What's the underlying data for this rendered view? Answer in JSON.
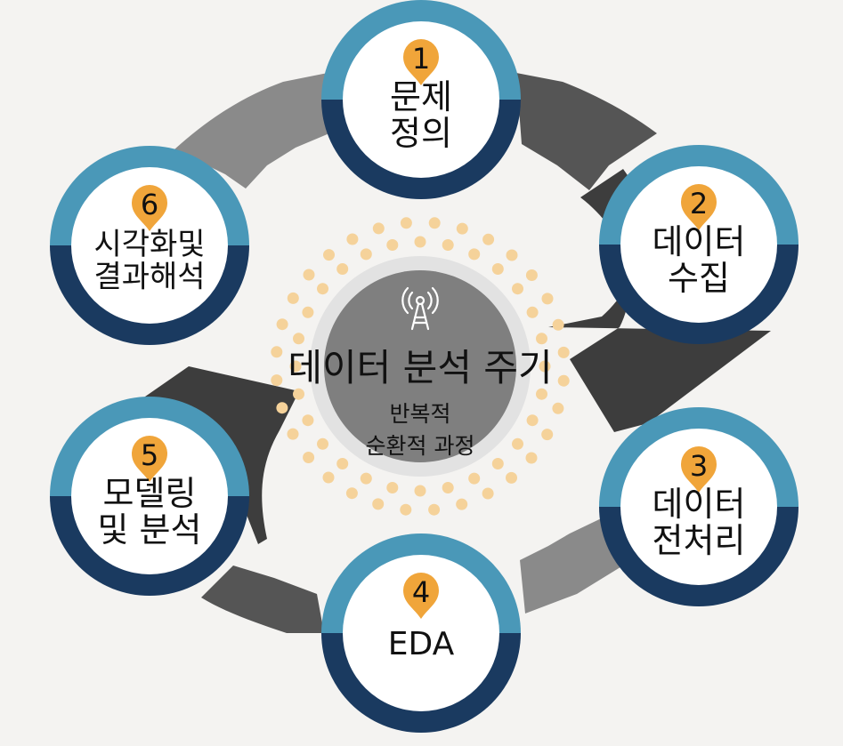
{
  "center": {
    "title": "데이터 분석 주기",
    "subtitle_line1": "반복적",
    "subtitle_line2": "순환적 과정",
    "icon": "antenna-tower-icon"
  },
  "colors": {
    "ring_top": "#4a98b8",
    "ring_bottom": "#1a3a60",
    "badge": "#f0a53a",
    "dots": "#f5d29a",
    "hub_outer": "#e2e2e2",
    "hub_inner": "#7f7f7f",
    "arrow_dark": "#3d3d3d",
    "arrow_mid": "#5a5a5a",
    "arrow_light": "#8a8a8a"
  },
  "steps": [
    {
      "number": "1",
      "lines": [
        "문제",
        "정의"
      ]
    },
    {
      "number": "2",
      "lines": [
        "데이터",
        "수집"
      ]
    },
    {
      "number": "3",
      "lines": [
        "데이터",
        "전처리"
      ]
    },
    {
      "number": "4",
      "lines": [
        "EDA"
      ]
    },
    {
      "number": "5",
      "lines": [
        "모델링",
        "및 분석"
      ]
    },
    {
      "number": "6",
      "lines": [
        "시각화및",
        "결과해석"
      ]
    }
  ]
}
